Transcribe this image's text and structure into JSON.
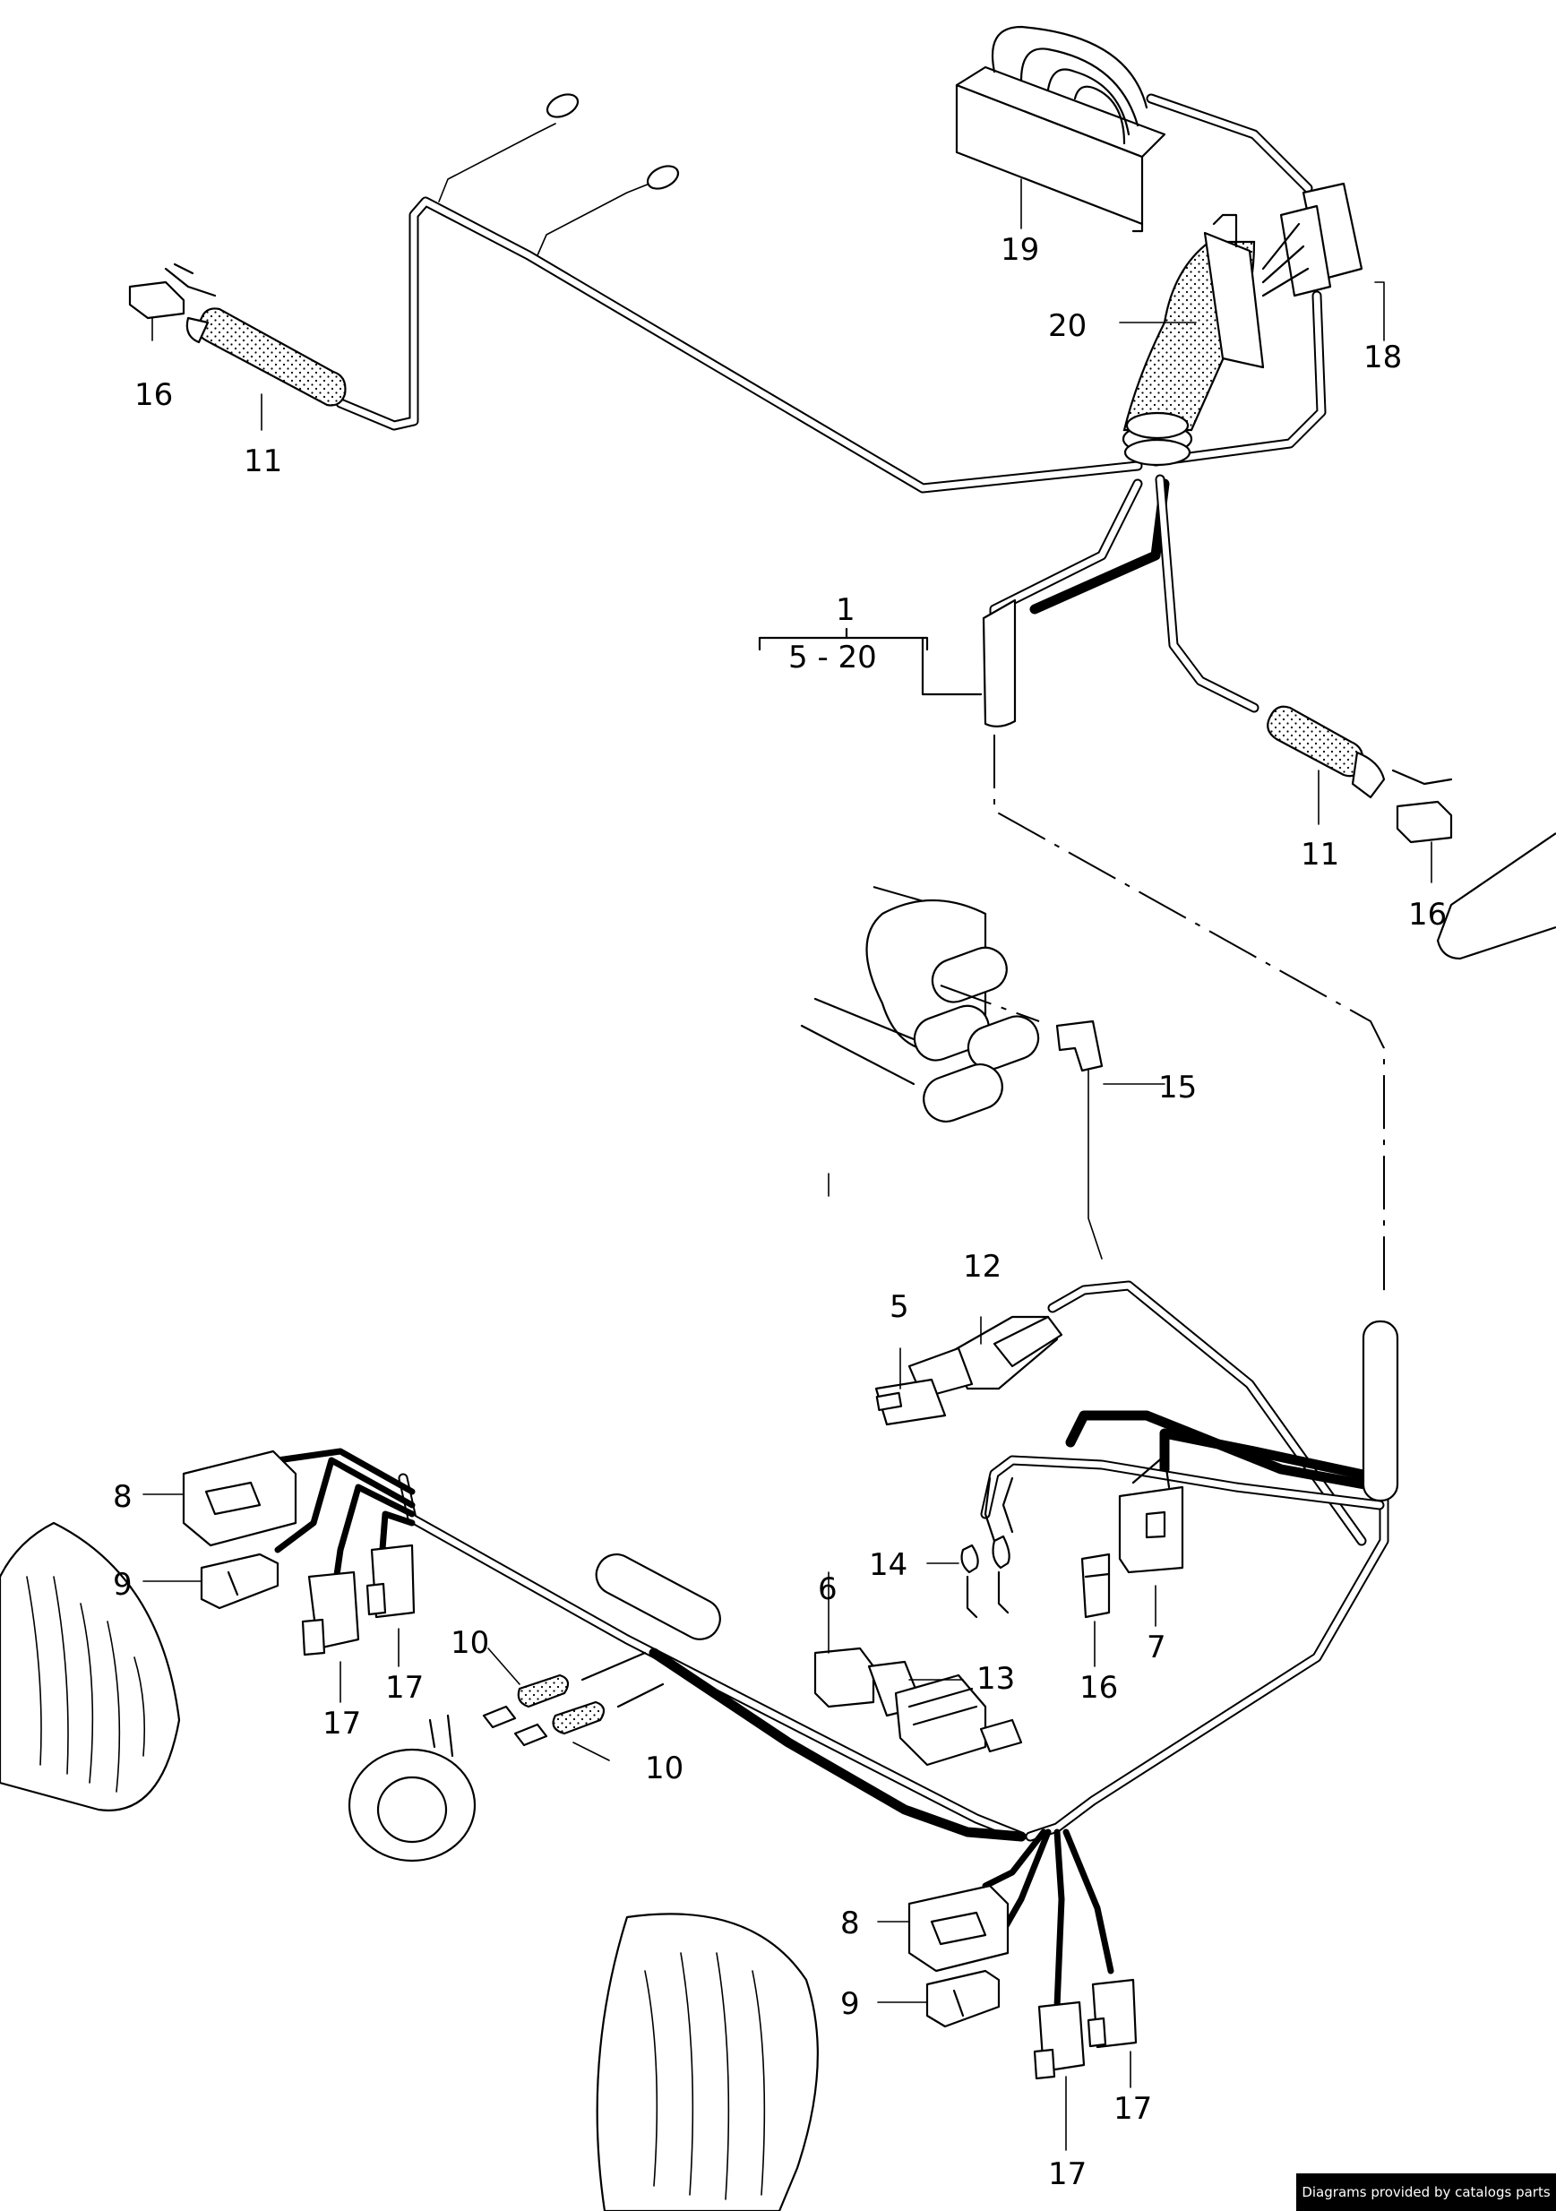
{
  "callouts": {
    "c1": "1",
    "range": "5 - 20",
    "c5": "5",
    "c6": "6",
    "c7": "7",
    "c8a": "8",
    "c8b": "8",
    "c9a": "9",
    "c9b": "9",
    "c10a": "10",
    "c10b": "10",
    "c11a": "11",
    "c11b": "11",
    "c12": "12",
    "c13": "13",
    "c14": "14",
    "c15": "15",
    "c16a": "16",
    "c16b": "16",
    "c16c": "16",
    "c17a": "17",
    "c17b": "17",
    "c17c": "17",
    "c17d": "17",
    "c18": "18",
    "c19": "19",
    "c20": "20"
  },
  "footer": {
    "credit": "Diagrams provided by catalogs parts"
  }
}
